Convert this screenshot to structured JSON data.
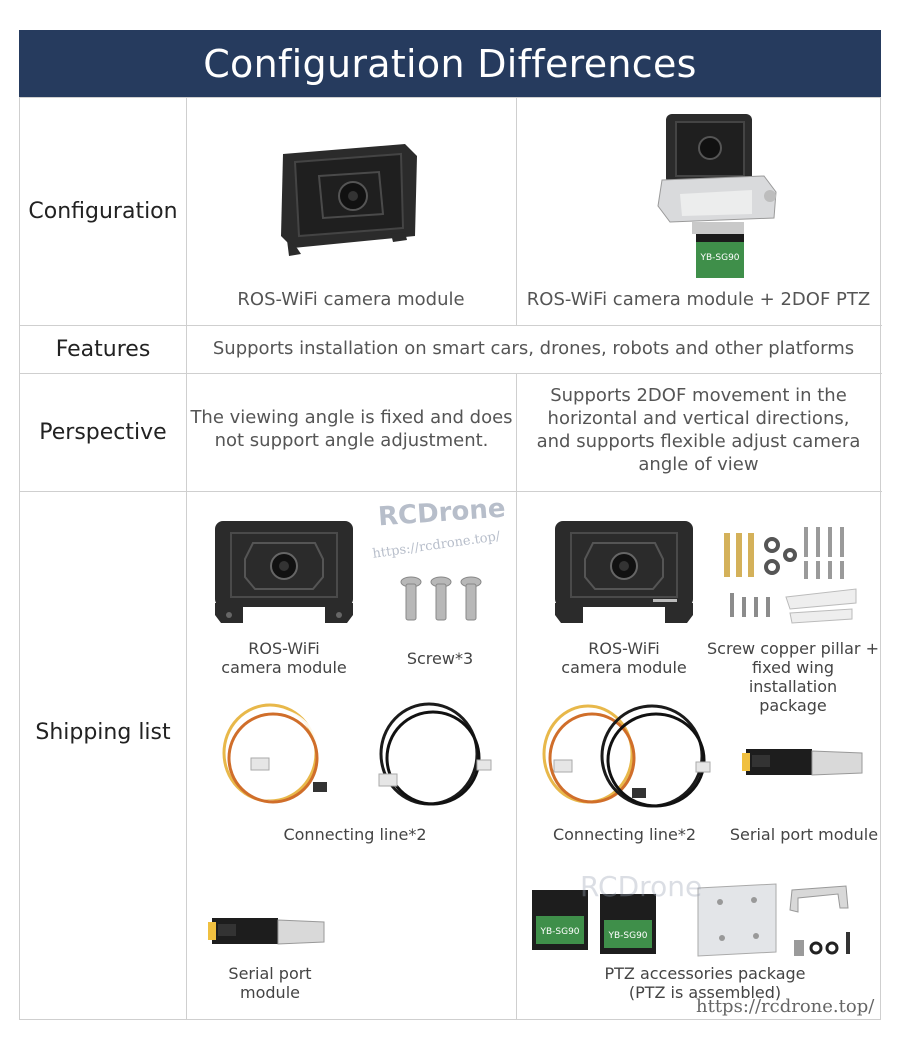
{
  "header": {
    "title": "Configuration Differences"
  },
  "rows": {
    "configuration": "Configuration",
    "features": "Features",
    "perspective": "Perspective",
    "shipping": "Shipping list"
  },
  "configuration": {
    "left_caption": "ROS-WiFi camera module",
    "right_caption": "ROS-WiFi camera module + 2DOF PTZ"
  },
  "features": {
    "text": "Supports installation on smart cars, drones, robots and other platforms"
  },
  "perspective": {
    "left_line1": "The viewing angle is fixed and does",
    "left_line2": "not support angle adjustment.",
    "right_line1": "Supports 2DOF movement in the",
    "right_line2": "horizontal and vertical directions,",
    "right_line3": "and supports flexible adjust camera",
    "right_line4": "angle of view"
  },
  "shipping": {
    "left": {
      "camera_line1": "ROS-WiFi",
      "camera_line2": "camera module",
      "screw": "Screw*3",
      "connecting": "Connecting line*2",
      "serial": "Serial port module"
    },
    "right": {
      "camera_line1": "ROS-WiFi",
      "camera_line2": "camera module",
      "pillar_line1": "Screw copper pillar +",
      "pillar_line2": "fixed wing installation",
      "pillar_line3": "package",
      "connecting": "Connecting line*2",
      "serial": "Serial port module",
      "ptz_line1": "PTZ accessories package",
      "ptz_line2": "(PTZ is assembled)"
    }
  },
  "servo_label": "YB-SG90",
  "watermark": {
    "brand": "RCDrone",
    "url": "https://rcdrone.top/"
  },
  "colors": {
    "header_bg": "#263b5e",
    "camera_body": "#2b2b2b",
    "servo_green": "#3f8f4a"
  }
}
